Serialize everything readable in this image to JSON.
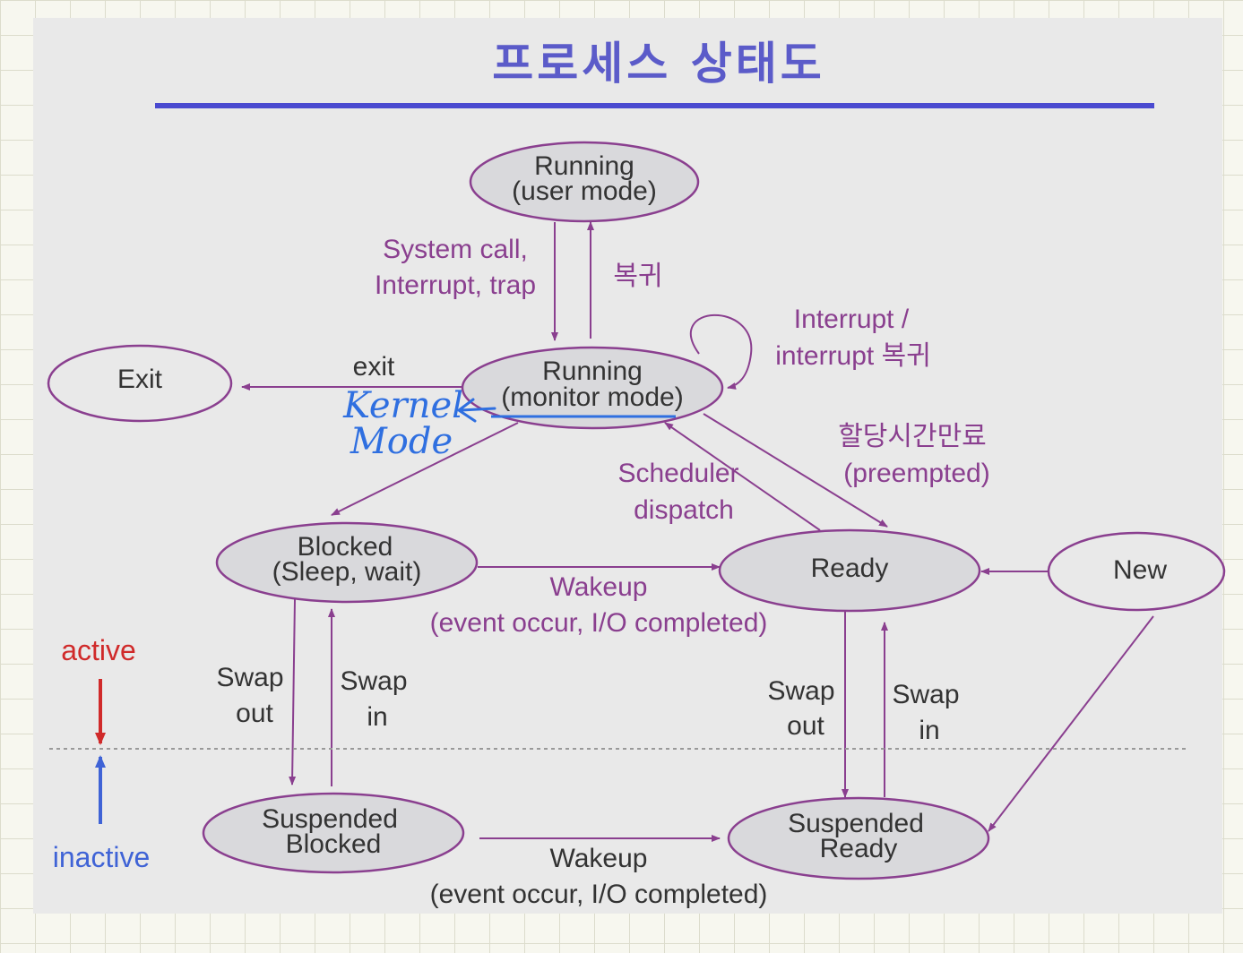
{
  "title": "프로세스 상태도",
  "states": {
    "running_user": [
      "Running",
      "(user mode)"
    ],
    "running_monitor": [
      "Running",
      "(monitor mode)"
    ],
    "exit": "Exit",
    "blocked": [
      "Blocked",
      "(Sleep, wait)"
    ],
    "ready": "Ready",
    "new": "New",
    "suspended_blocked": [
      "Suspended",
      "Blocked"
    ],
    "suspended_ready": [
      "Suspended",
      "Ready"
    ]
  },
  "edges": {
    "system_call": [
      "System call,",
      "Interrupt, trap"
    ],
    "return": "복귀",
    "interrupt": [
      "Interrupt /",
      "interrupt 복귀"
    ],
    "exit": "exit",
    "preempted": [
      "할당시간만료",
      "(preempted)"
    ],
    "dispatch": [
      "Scheduler",
      "dispatch"
    ],
    "wakeup": [
      "Wakeup",
      "(event occur, I/O completed)"
    ],
    "wakeup_suspended": [
      "Wakeup",
      "(event occur, I/O completed)"
    ],
    "swap_out_left": [
      "Swap",
      "out"
    ],
    "swap_in_left": [
      "Swap",
      "in"
    ],
    "swap_out_right": [
      "Swap",
      "out"
    ],
    "swap_in_right": [
      "Swap",
      "in"
    ]
  },
  "legend": {
    "active": "active",
    "inactive": "inactive"
  },
  "annotation": [
    "Kernel",
    "Mode"
  ],
  "colors": {
    "state_fill": "#d9d9dc",
    "state_stroke": "#8a3f8f",
    "edge_label": "#8a3f8f",
    "title": "#5b5bc9",
    "active": "#d02a2a",
    "inactive": "#3f63d6",
    "handwriting": "#2f6fe0"
  }
}
